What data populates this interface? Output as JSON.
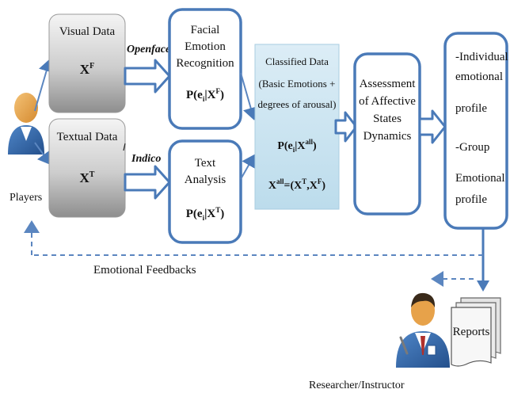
{
  "players": {
    "label": "Players"
  },
  "visual": {
    "title": "Visual Data",
    "symbol": "X",
    "sup": "F"
  },
  "textual": {
    "title": "Textual Data",
    "symbol": "X",
    "sup": "T"
  },
  "tool_visual": "Openface",
  "tool_textual": "Indico",
  "facial": {
    "line1": "Facial",
    "line2": "Emotion",
    "line3": "Recognition",
    "formula_pre": "P(e",
    "formula_sub": "i",
    "formula_mid": "|X",
    "formula_sup": "F",
    "formula_post": ")"
  },
  "text_analysis": {
    "line1": "Text",
    "line2": "Analysis",
    "formula_pre": "P(e",
    "formula_sub": "i",
    "formula_mid": "|X",
    "formula_sup": "T",
    "formula_post": ")"
  },
  "classified": {
    "line1": "Classified Data",
    "line2": "(Basic Emotions +",
    "line3": "degrees of arousal)",
    "formula_pre": "P(e",
    "formula_sub": "i",
    "formula_mid": "|X",
    "formula_sup": "all",
    "formula_post": ")",
    "eq_x": "X",
    "eq_sup": "all",
    "eq_mid": "=(X",
    "eq_sup2": "T",
    "eq_mid2": ",X",
    "eq_sup3": "F",
    "eq_end": ")"
  },
  "assessment": {
    "line1": "Assessment",
    "line2": "of Affective",
    "line3": "States",
    "line4": "Dynamics"
  },
  "profile": {
    "line1": "-Individual",
    "line2": "emotional",
    "line3": "profile",
    "line4": "-Group",
    "line5": "Emotional",
    "line6": "profile"
  },
  "feedback": "Emotional Feedbacks",
  "reports": "Reports",
  "researcher": "Researcher/Instructor",
  "colors": {
    "box_border": "#4a7ab8",
    "classified_fill": "#cfe6f2",
    "arrow_fill": "#ffffff",
    "arrow_stroke": "#4a7ab8",
    "person_body": "#2f64a8",
    "person_head": "#e7a24a"
  }
}
